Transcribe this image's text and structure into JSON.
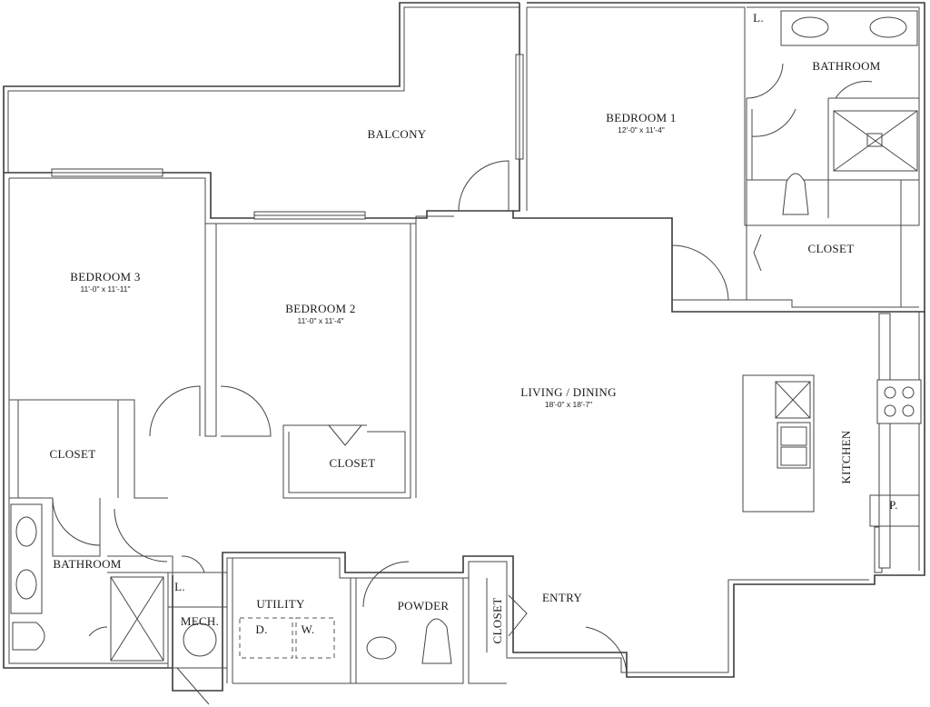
{
  "rooms": {
    "balcony": {
      "name": "BALCONY"
    },
    "bedroom1": {
      "name": "BEDROOM 1",
      "dims": "12'-0\" x 11'-4\""
    },
    "bedroom2": {
      "name": "BEDROOM 2",
      "dims": "11'-0\" x 11'-4\""
    },
    "bedroom3": {
      "name": "BEDROOM 3",
      "dims": "11'-0\" x 11'-11\""
    },
    "living": {
      "name": "LIVING / DINING",
      "dims": "18'-0\" x 18'-7\""
    },
    "bath1": {
      "name": "BATHROOM"
    },
    "bath2": {
      "name": "BATHROOM"
    },
    "closet1": {
      "name": "CLOSET"
    },
    "closet2": {
      "name": "CLOSET"
    },
    "closet3": {
      "name": "CLOSET"
    },
    "closet_entry": {
      "name": "CLOSET"
    },
    "kitchen": {
      "name": "KITCHEN"
    },
    "utility": {
      "name": "UTILITY"
    },
    "powder": {
      "name": "POWDER"
    },
    "entry": {
      "name": "ENTRY"
    },
    "mech": {
      "name": "MECH."
    },
    "linen1": {
      "name": "L."
    },
    "linen2": {
      "name": "L."
    },
    "pantry": {
      "name": "P."
    },
    "dryer": {
      "name": "D."
    },
    "washer": {
      "name": "W."
    }
  }
}
